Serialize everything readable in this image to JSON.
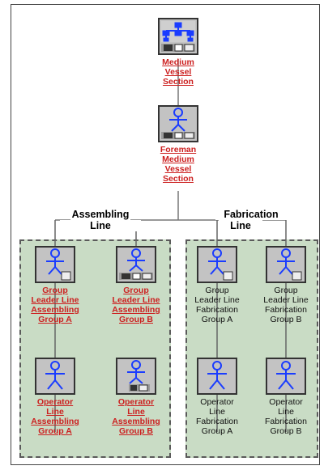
{
  "section": {
    "label_lines": [
      "Medium",
      "Vessel",
      "Section"
    ],
    "icon": "org-chart-icon"
  },
  "foreman": {
    "label_lines": [
      "Foreman",
      "Medium",
      "Vessel",
      "Section"
    ],
    "icon": "person-icon"
  },
  "assembling_line": {
    "line1": "Assembling",
    "line2": "Line"
  },
  "fabrication_line": {
    "line1": "Fabrication",
    "line2": "Line"
  },
  "assembling": {
    "leaders": [
      {
        "lines": [
          "Group",
          "Leader Line",
          "Assembling",
          "Group A"
        ]
      },
      {
        "lines": [
          "Group",
          "Leader Line",
          "Assembling",
          "Group B"
        ]
      }
    ],
    "operators": [
      {
        "lines": [
          "Operator",
          "Line",
          "Assembling",
          "Group A"
        ]
      },
      {
        "lines": [
          "Operator",
          "Line",
          "Assembling",
          "Group B"
        ]
      }
    ]
  },
  "fabrication": {
    "leaders": [
      {
        "lines": [
          "Group",
          "Leader Line",
          "Fabrication",
          "Group A"
        ]
      },
      {
        "lines": [
          "Group",
          "Leader Line",
          "Fabrication",
          "Group B"
        ]
      }
    ],
    "operators": [
      {
        "lines": [
          "Operator",
          "Line",
          "Fabrication",
          "Group A"
        ]
      },
      {
        "lines": [
          "Operator",
          "Line",
          "Fabrication",
          "Group B"
        ]
      }
    ]
  },
  "colors": {
    "link_red": "#cc1f1f",
    "group_fill": "#c9dcc5",
    "icon_blue": "#1a3cff",
    "icon_gray": "#c3c3c3"
  }
}
